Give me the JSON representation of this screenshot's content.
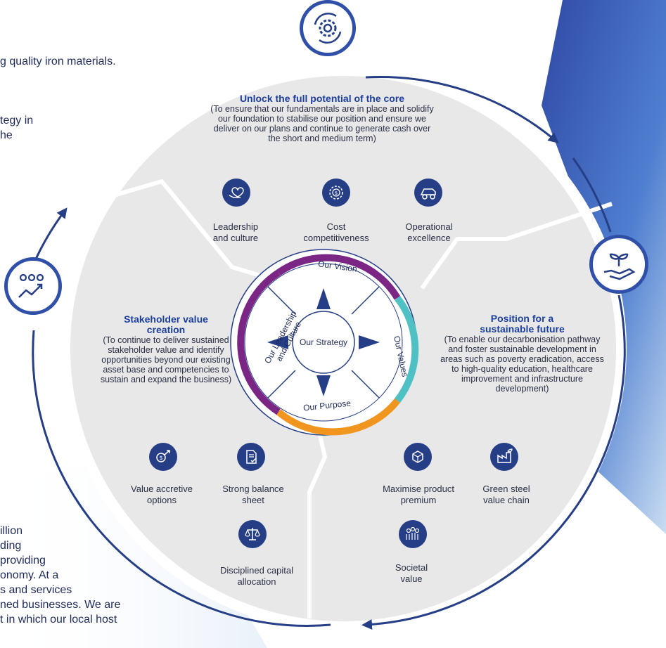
{
  "background_text": [
    "g quality iron materials.",
    "tegy in",
    "he",
    "illion",
    "ding",
    "providing",
    "onomy. At a",
    "s and services",
    "ned businesses. We are",
    "t in which our local host"
  ],
  "center": {
    "strategy": "Our Strategy",
    "vision": "Our Vision",
    "values": "Our Values",
    "purpose": "Our Purpose",
    "leadership_line1": "Our Leadership",
    "leadership_line2": "and Culture"
  },
  "segments": {
    "core": {
      "title": "Unlock the full potential of the core",
      "description": "(To ensure that our fundamentals are in place and solidify our foundation to stabilise our position and ensure we deliver on our plans and continue to generate cash over the short and medium term)",
      "items": [
        {
          "label": "Leadership and culture",
          "icon": "heart-hand-icon"
        },
        {
          "label": "Cost competitiveness",
          "icon": "cost-gear-icon"
        },
        {
          "label": "Operational excellence",
          "icon": "mining-truck-icon"
        }
      ]
    },
    "sustainable": {
      "title": "Position for a sustainable future",
      "description": "(To enable our decarbonisation pathway and foster sustainable development in areas such as poverty eradication, access to high-quality education, healthcare improvement and infrastructure development)",
      "items": [
        {
          "label": "Maximise product premium",
          "icon": "product-cube-icon"
        },
        {
          "label": "Green steel value chain",
          "icon": "green-factory-icon"
        },
        {
          "label": "Societal value",
          "icon": "community-icon"
        }
      ]
    },
    "stakeholder": {
      "title": "Stakeholder value creation",
      "description": "(To continue to deliver sustained stakeholder value and identify opportunities beyond our existing asset base and competencies to sustain and expand the business)",
      "items": [
        {
          "label": "Value accretive options",
          "icon": "dollar-growth-icon"
        },
        {
          "label": "Strong balance sheet",
          "icon": "balance-sheet-icon"
        },
        {
          "label": "Disciplined capital allocation",
          "icon": "scales-icon"
        }
      ]
    }
  },
  "ring_icons": [
    "gear-cycle-icon",
    "plant-hand-icon",
    "people-growth-icon"
  ],
  "colors": {
    "navy": "#253e86",
    "ring_blue": "#2f4fa8",
    "title_blue": "#1c3f9c",
    "vision_purple": "#7b2585",
    "values_teal": "#4fc1c4",
    "purpose_orange": "#f0961e",
    "segment_grey": "#e8e8e8"
  }
}
